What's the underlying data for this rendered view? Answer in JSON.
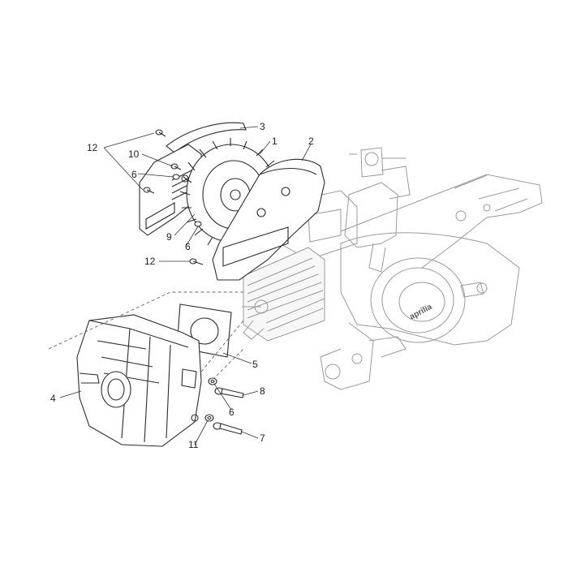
{
  "diagram": {
    "logo_text": "aprilia",
    "callouts": [
      {
        "id": "c12a",
        "text": "12"
      },
      {
        "id": "c10",
        "text": "10"
      },
      {
        "id": "c6a",
        "text": "6"
      },
      {
        "id": "c3",
        "text": "3"
      },
      {
        "id": "c1",
        "text": "1"
      },
      {
        "id": "c2",
        "text": "2"
      },
      {
        "id": "c9",
        "text": "9"
      },
      {
        "id": "c6b",
        "text": "6"
      },
      {
        "id": "c12b",
        "text": "12"
      },
      {
        "id": "c5",
        "text": "5"
      },
      {
        "id": "c4",
        "text": "4"
      },
      {
        "id": "c8",
        "text": "8"
      },
      {
        "id": "c6c",
        "text": "6"
      },
      {
        "id": "c11",
        "text": "11"
      },
      {
        "id": "c7",
        "text": "7"
      }
    ]
  }
}
